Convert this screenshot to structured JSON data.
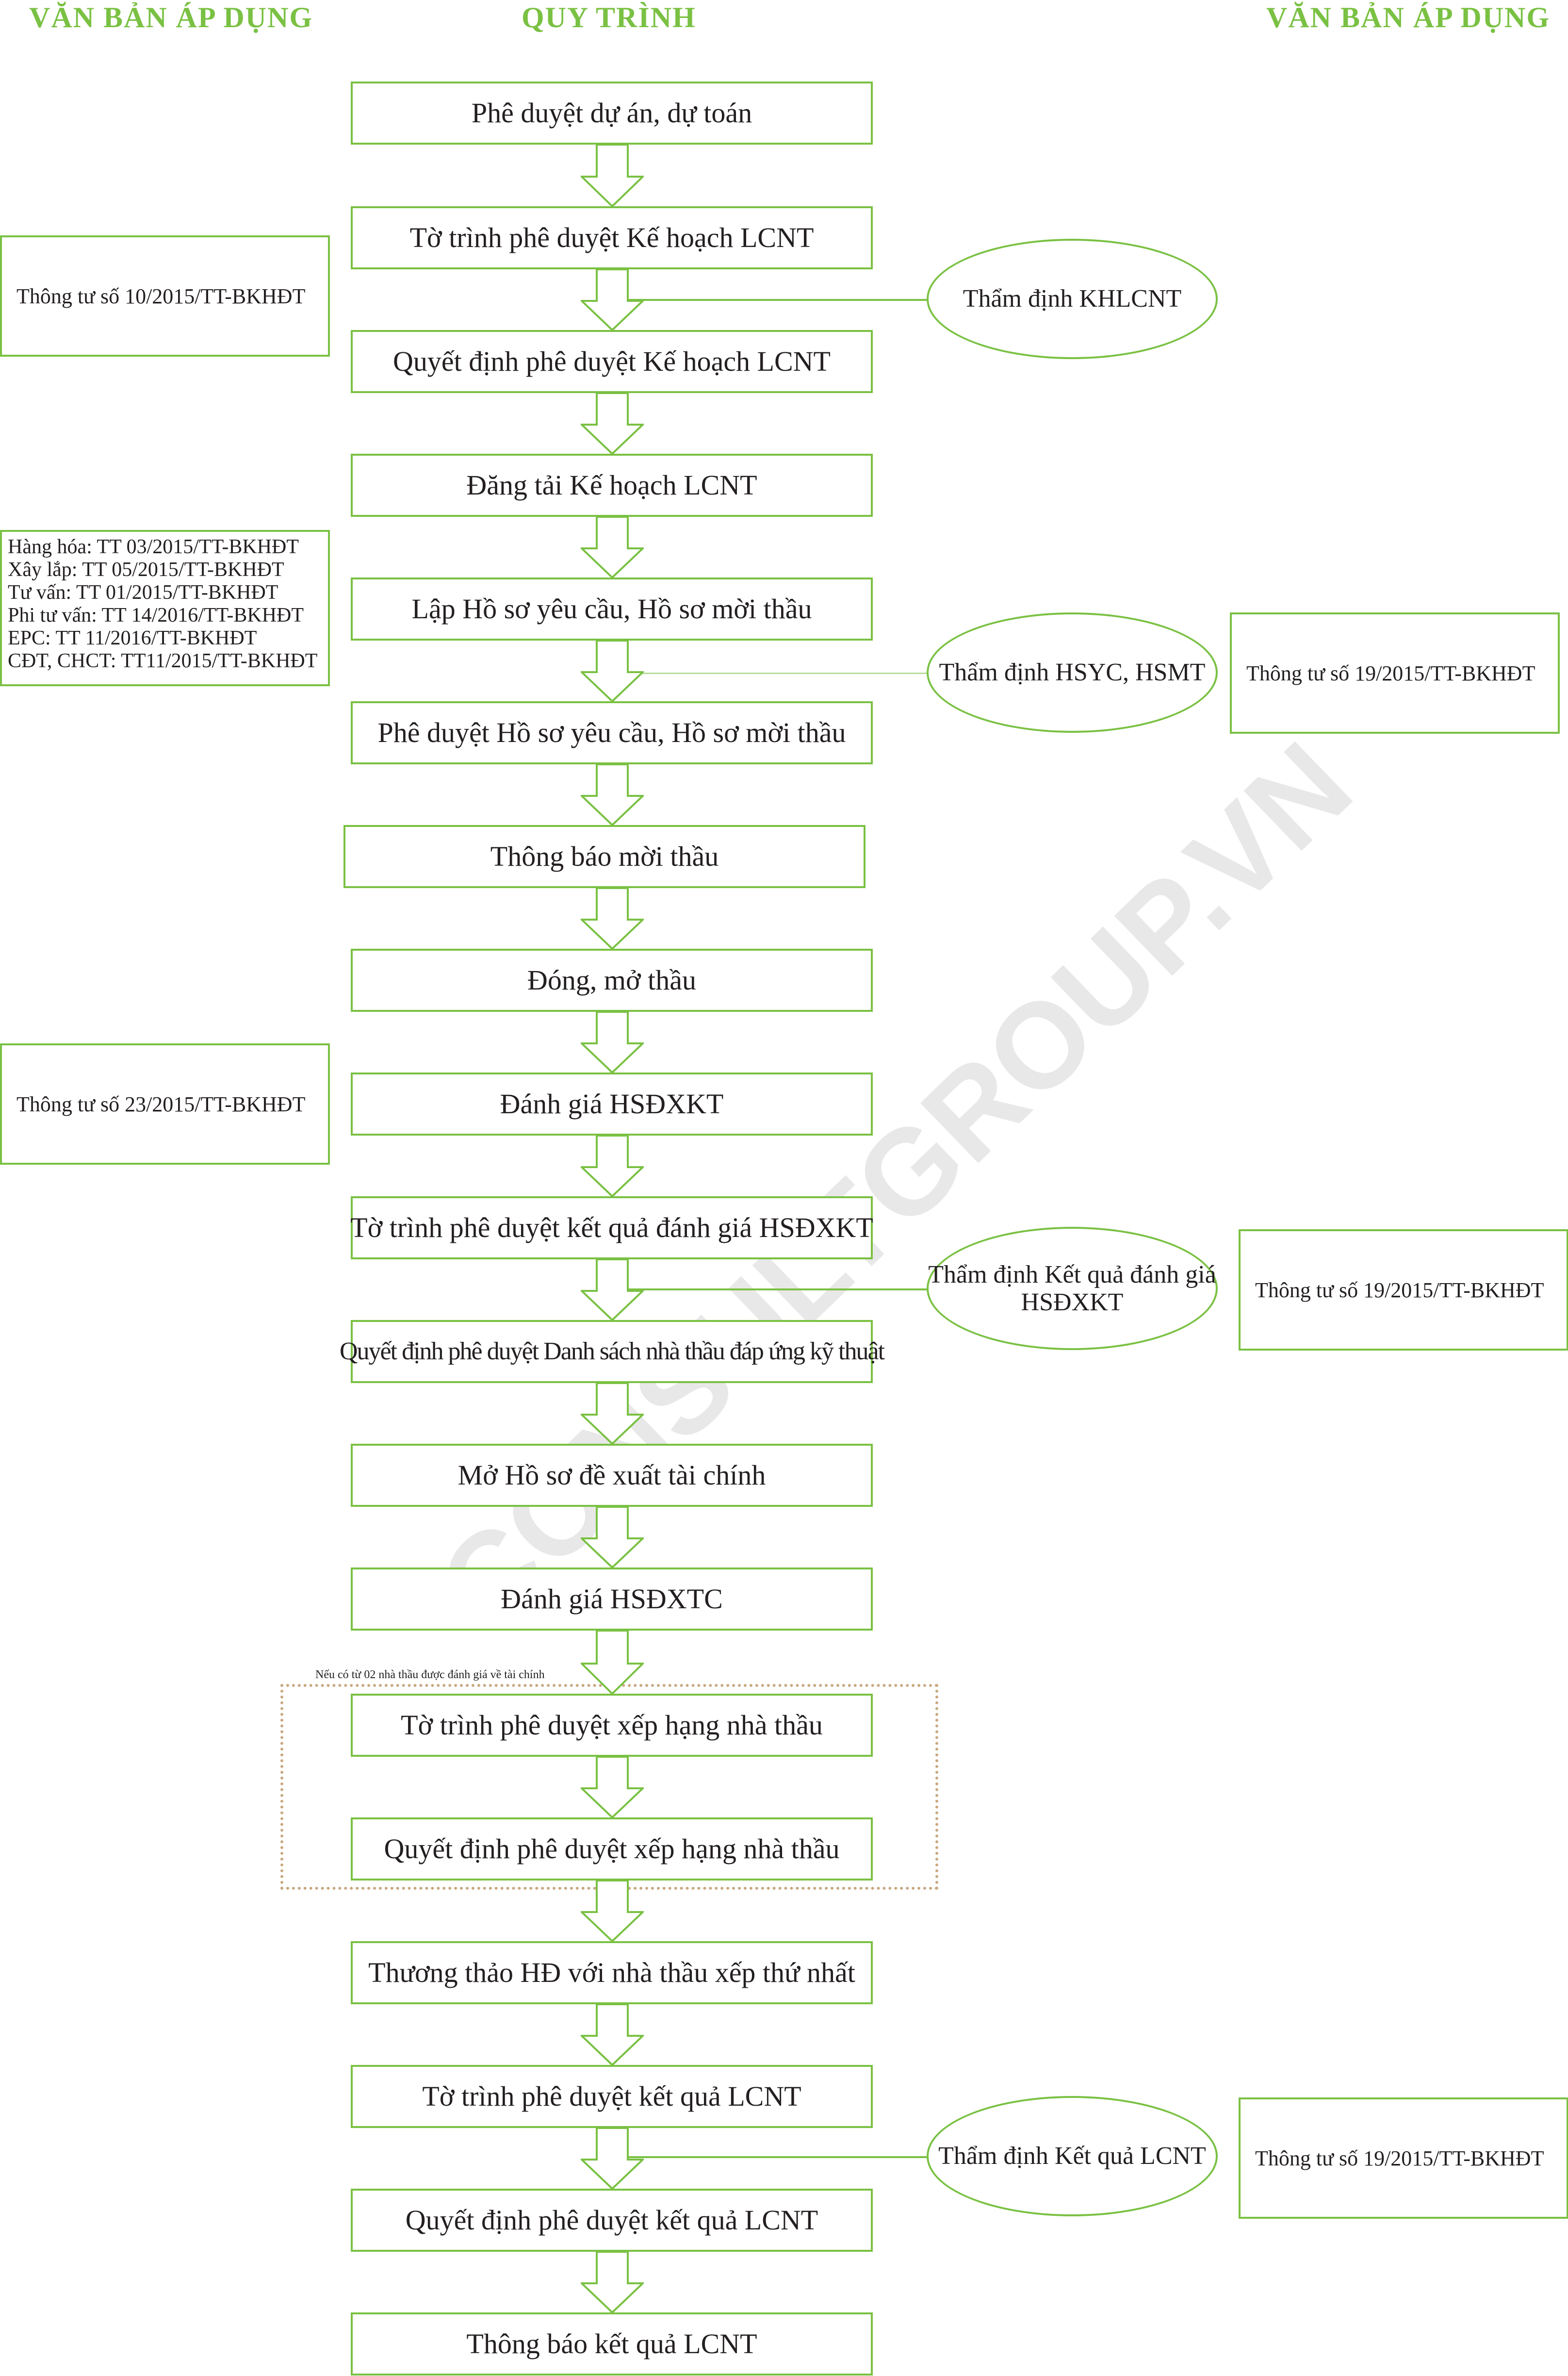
{
  "headers": {
    "left": "VĂN BẢN ÁP DỤNG",
    "center": "QUY TRÌNH",
    "right": "VĂN BẢN ÁP DỤNG"
  },
  "steps": [
    "Phê duyệt dự án, dự toán",
    "Tờ trình phê duyệt Kế hoạch LCNT",
    "Quyết định phê duyệt Kế hoạch LCNT",
    "Đăng tải Kế hoạch LCNT",
    "Lập Hồ sơ yêu cầu, Hồ sơ mời thầu",
    "Phê duyệt Hồ sơ yêu cầu, Hồ sơ mời thầu",
    "Thông báo mời thầu",
    "Đóng, mở thầu",
    "Đánh giá HSĐXKT",
    "Tờ trình phê duyệt kết quả đánh giá HSĐXKT",
    "Quyết định phê duyệt Danh sách nhà thầu đáp ứng kỹ thuật",
    "Mở Hồ sơ đề xuất tài chính",
    "Đánh giá HSĐXTC",
    "Tờ trình phê duyệt xếp hạng nhà thầu",
    "Quyết định phê duyệt xếp hạng nhà thầu",
    "Thương thảo HĐ với nhà thầu xếp thứ nhất",
    "Tờ trình phê duyệt kết quả LCNT",
    "Quyết định phê duyệt kết quả LCNT",
    "Thông báo kết quả LCNT"
  ],
  "appraisals": {
    "khlcnt": "Thẩm định KHLCNT",
    "hsyc": "Thẩm định HSYC, HSMT",
    "kqdg_line1": "Thẩm định Kết quả đánh giá",
    "kqdg_line2": "HSĐXKT",
    "kqlcnt": "Thẩm định Kết quả LCNT"
  },
  "left_docs": {
    "tt10": "Thông tư số 10/2015/TT-BKHĐT",
    "standard_docs": [
      "Hàng hóa: TT 03/2015/TT-BKHĐT",
      "Xây lắp: TT 05/2015/TT-BKHĐT",
      "Tư vấn: TT 01/2015/TT-BKHĐT",
      "Phi tư vấn: TT 14/2016/TT-BKHĐT",
      "EPC: TT 11/2016/TT-BKHĐT",
      "CĐT, CHCT: TT11/2015/TT-BKHĐT"
    ],
    "tt23": "Thông tư số 23/2015/TT-BKHĐT"
  },
  "right_docs": {
    "tt19_a": "Thông tư số 19/2015/TT-BKHĐT",
    "tt19_b": "Thông tư số 19/2015/TT-BKHĐT",
    "tt19_c": "Thông tư số 19/2015/TT-BKHĐT"
  },
  "conditional_note": "Nếu có từ 02 nhà thầu được đánh giá về tài chính",
  "watermark": "CONSULTGROUP.VN",
  "colors": {
    "accent": "#7ac143",
    "text": "#231f20",
    "dotted_border": "#c8a880"
  }
}
